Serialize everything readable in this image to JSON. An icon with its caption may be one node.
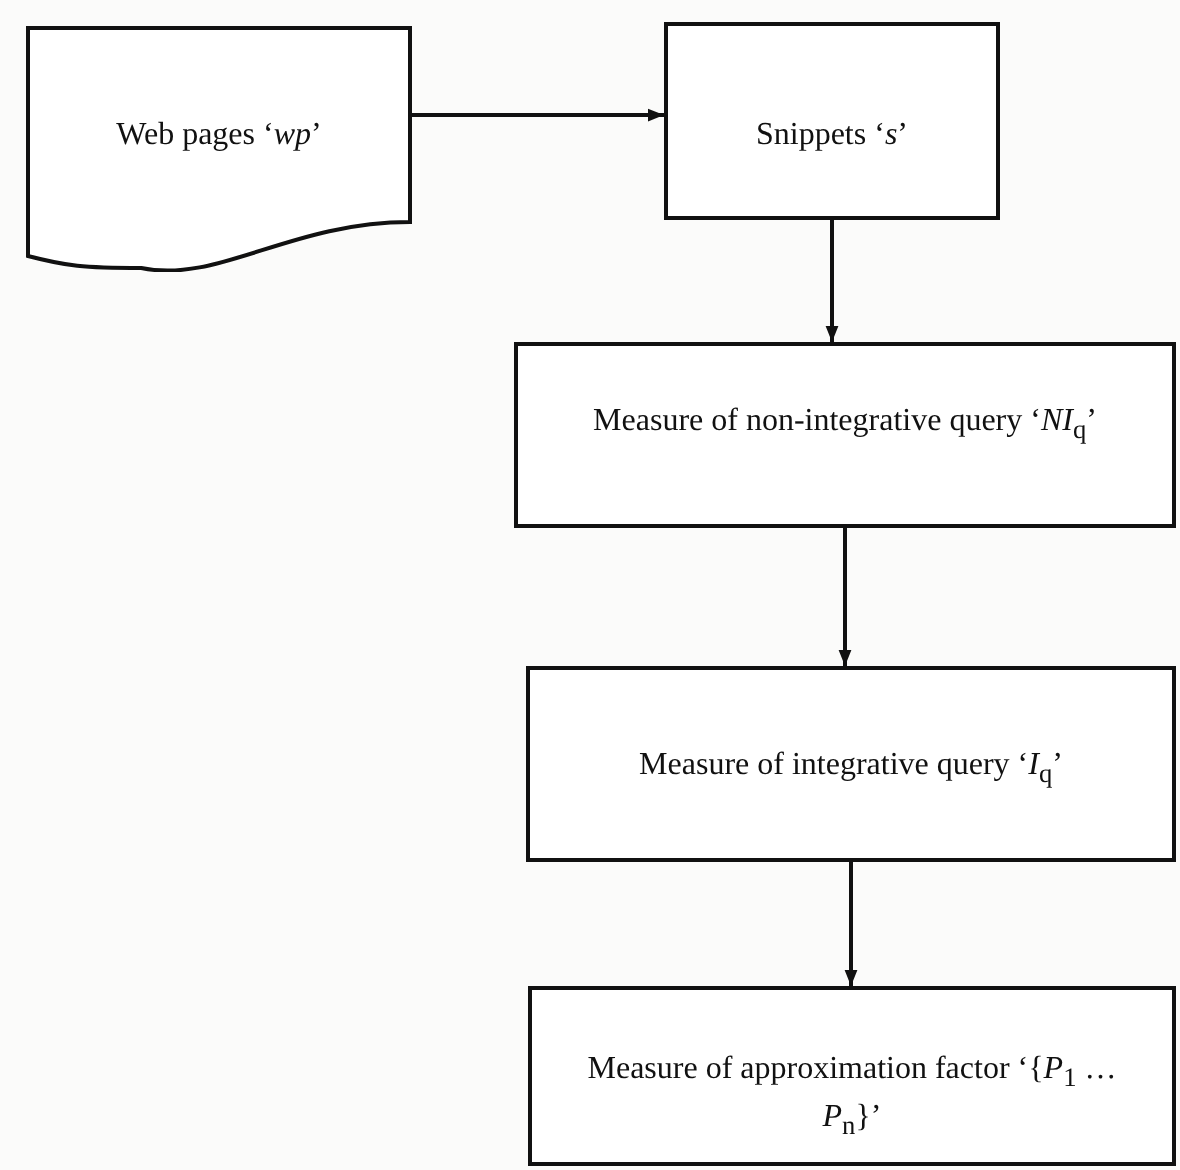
{
  "diagram": {
    "nodes": [
      {
        "text": [
          "Web pages ‘*wp*’"
        ]
      },
      {
        "text": [
          "Snippets ‘*s*’"
        ]
      },
      {
        "text": [
          "Measure of non-integrative query ‘*NI*$_{q}$’"
        ]
      },
      {
        "text": [
          "Measure of integrative query ‘*I*$_{q}$’"
        ]
      },
      {
        "text": [
          "Measure of approximation factor ‘{*P*$_{1}$ … *P*$_{n}$}’"
        ]
      }
    ],
    "edges": [
      {
        "from": 0,
        "to": 1,
        "arrow": "to"
      },
      {
        "from": 1,
        "to": 2,
        "arrow": "to"
      },
      {
        "from": 2,
        "to": 3,
        "arrow": "to"
      },
      {
        "from": 3,
        "to": 4,
        "arrow": "to"
      }
    ]
  }
}
